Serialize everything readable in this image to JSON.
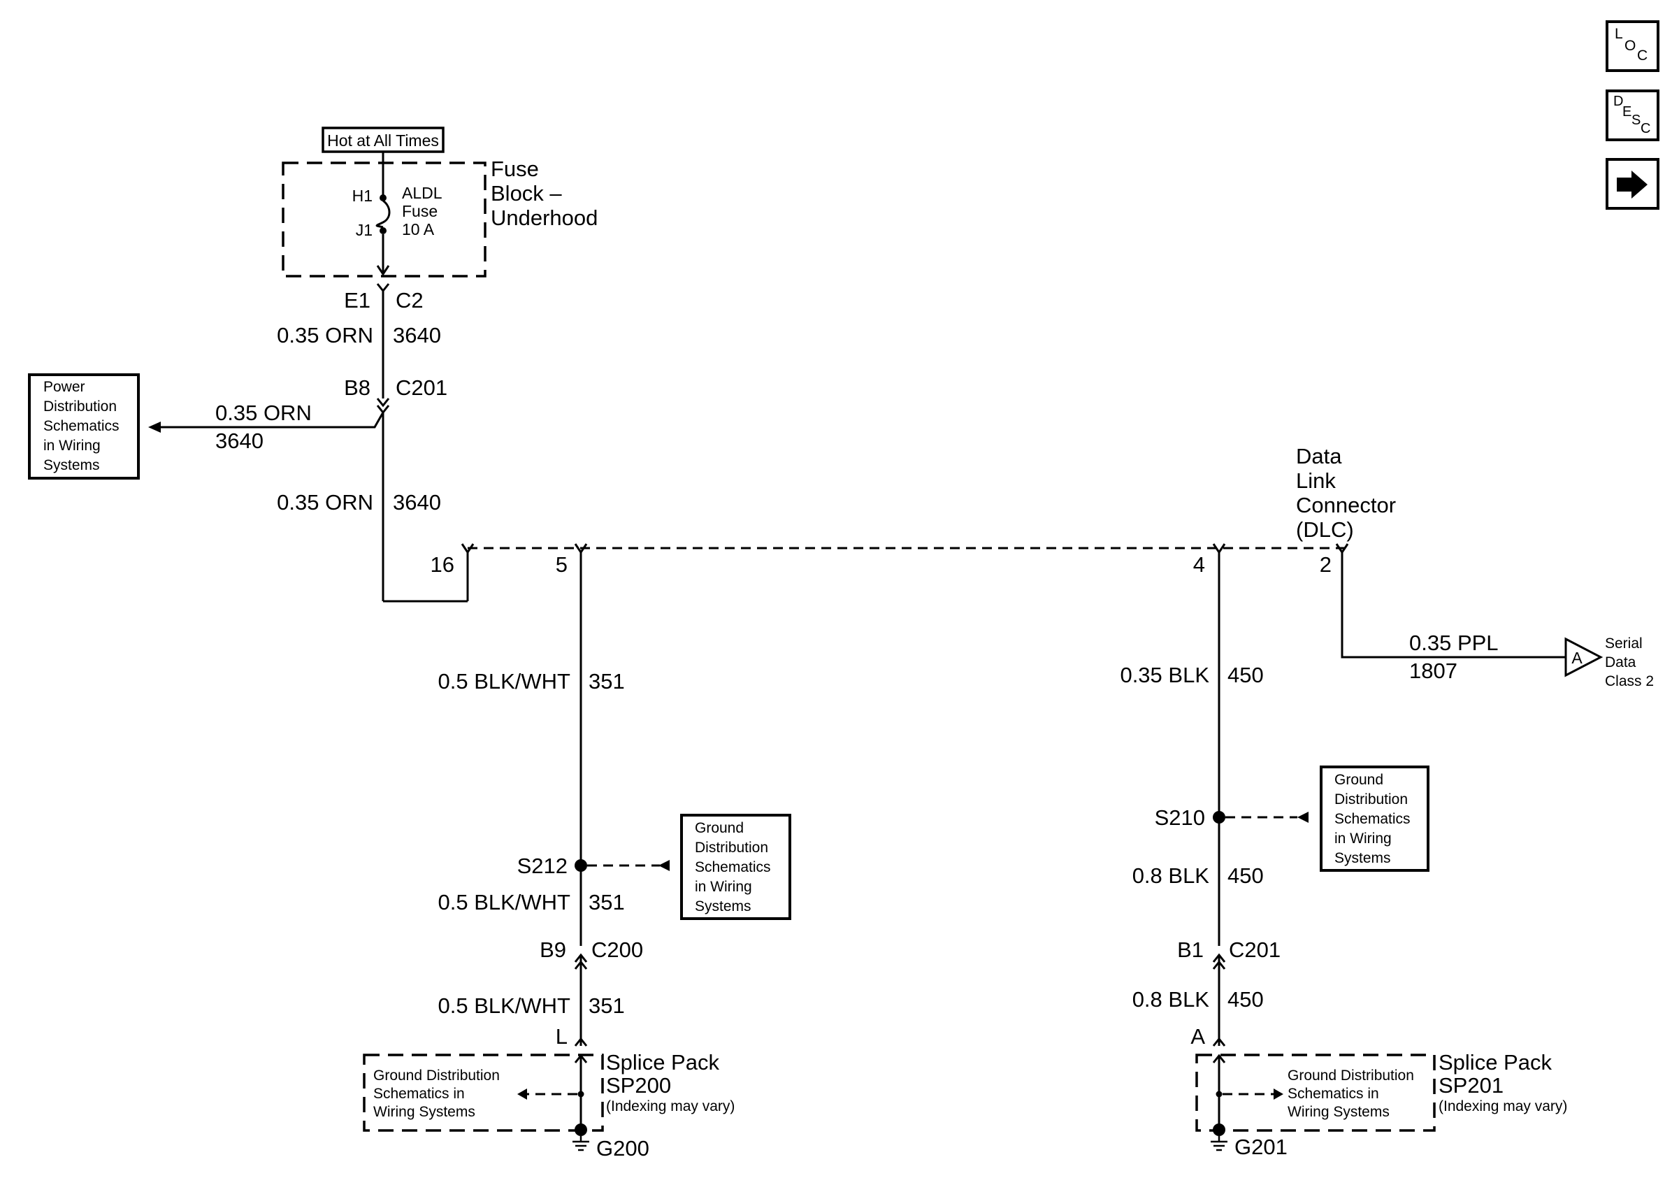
{
  "fuse_block": {
    "hot_label": "Hot at All Times",
    "name_lines": [
      "Fuse",
      "Block –",
      "Underhood"
    ],
    "fuse_lines": [
      "ALDL",
      "Fuse",
      "10 A"
    ],
    "pin_top": "H1",
    "pin_bottom": "J1"
  },
  "wire_3640_upper": {
    "pin": "E1",
    "connector": "C2",
    "gauge_color": "0.35 ORN",
    "circuit": "3640"
  },
  "connector_c201_b8": {
    "pin": "B8",
    "connector": "C201"
  },
  "power_branch": {
    "gauge_color": "0.35 ORN",
    "circuit": "3640",
    "ref_lines": [
      "Power",
      "Distribution",
      "Schematics",
      "in Wiring",
      "Systems"
    ]
  },
  "wire_3640_lower": {
    "gauge_color": "0.35 ORN",
    "circuit": "3640"
  },
  "dlc": {
    "name_lines": [
      "Data",
      "Link",
      "Connector",
      "(DLC)"
    ],
    "pins": [
      "16",
      "5",
      "4",
      "2"
    ]
  },
  "left_ground": {
    "wire_upper": {
      "gauge_color": "0.5 BLK/WHT",
      "circuit": "351"
    },
    "splice": "S212",
    "ref_lines": [
      "Ground",
      "Distribution",
      "Schematics",
      "in Wiring",
      "Systems"
    ],
    "wire_mid": {
      "gauge_color": "0.5 BLK/WHT",
      "circuit": "351"
    },
    "connector": {
      "pin": "B9",
      "name": "C200"
    },
    "wire_lower": {
      "gauge_color": "0.5 BLK/WHT",
      "circuit": "351"
    },
    "splice_pin": "L",
    "pack_lines": [
      "Splice Pack",
      "SP200"
    ],
    "pack_note": "(Indexing may vary)",
    "pack_ref_lines": [
      "Ground Distribution",
      "Schematics in",
      "Wiring Systems"
    ],
    "ground": "G200"
  },
  "right_ground": {
    "wire_upper": {
      "gauge_color": "0.35 BLK",
      "circuit": "450"
    },
    "splice": "S210",
    "ref_lines": [
      "Ground",
      "Distribution",
      "Schematics",
      "in Wiring",
      "Systems"
    ],
    "wire_mid": {
      "gauge_color": "0.8 BLK",
      "circuit": "450"
    },
    "connector": {
      "pin": "B1",
      "name": "C201"
    },
    "wire_lower": {
      "gauge_color": "0.8 BLK",
      "circuit": "450"
    },
    "splice_pin": "A",
    "pack_lines": [
      "Splice Pack",
      "SP201"
    ],
    "pack_note": "(Indexing may vary)",
    "pack_ref_lines": [
      "Ground Distribution",
      "Schematics in",
      "Wiring Systems"
    ],
    "ground": "G201"
  },
  "serial_data": {
    "gauge_color": "0.35 PPL",
    "circuit": "1807",
    "off_page_letter": "A",
    "dest_lines": [
      "Serial",
      "Data",
      "Class 2"
    ]
  },
  "nav_buttons": {
    "loc": {
      "sup": "L",
      "sub1": "O",
      "sub2": "C"
    },
    "desc": {
      "sup": "D",
      "sub1": "E",
      "sub2": "S",
      "sub3": "C"
    },
    "next_icon": "arrow-right-icon"
  }
}
